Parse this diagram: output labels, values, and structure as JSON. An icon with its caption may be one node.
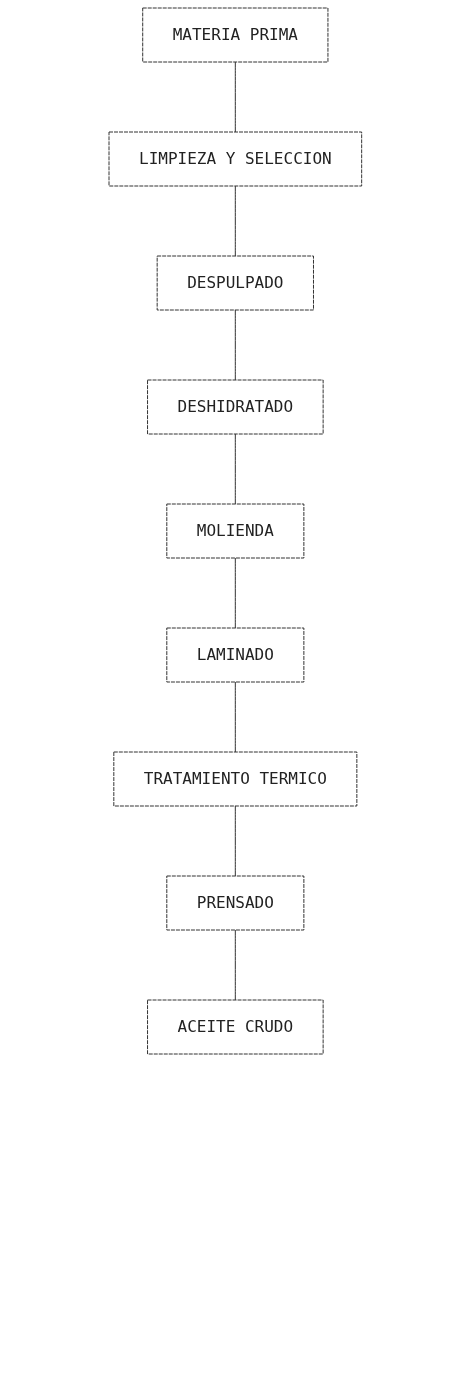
{
  "diagram": {
    "nodes": [
      {
        "text": [
          "MATERIA PRIMA"
        ]
      },
      {
        "text": [
          "LIMPIEZA Y SELECCION"
        ]
      },
      {
        "text": [
          "DESPULPADO"
        ]
      },
      {
        "text": [
          "DESHIDRATADO"
        ]
      },
      {
        "text": [
          "MOLIENDA"
        ]
      },
      {
        "text": [
          "LAMINADO"
        ]
      },
      {
        "text": [
          "TRATAMIENTO TERMICO"
        ]
      },
      {
        "text": [
          "PRENSADO"
        ]
      },
      {
        "text": [
          "ACEITE CRUDO"
        ]
      }
    ],
    "edges": [
      {
        "from": 0,
        "to": 1,
        "arrow": "none"
      },
      {
        "from": 1,
        "to": 2,
        "arrow": "none"
      },
      {
        "from": 2,
        "to": 3,
        "arrow": "none"
      },
      {
        "from": 3,
        "to": 4,
        "arrow": "none"
      },
      {
        "from": 4,
        "to": 5,
        "arrow": "none"
      },
      {
        "from": 5,
        "to": 6,
        "arrow": "none"
      },
      {
        "from": 6,
        "to": 7,
        "arrow": "none"
      },
      {
        "from": 7,
        "to": 8,
        "arrow": "none"
      }
    ]
  }
}
